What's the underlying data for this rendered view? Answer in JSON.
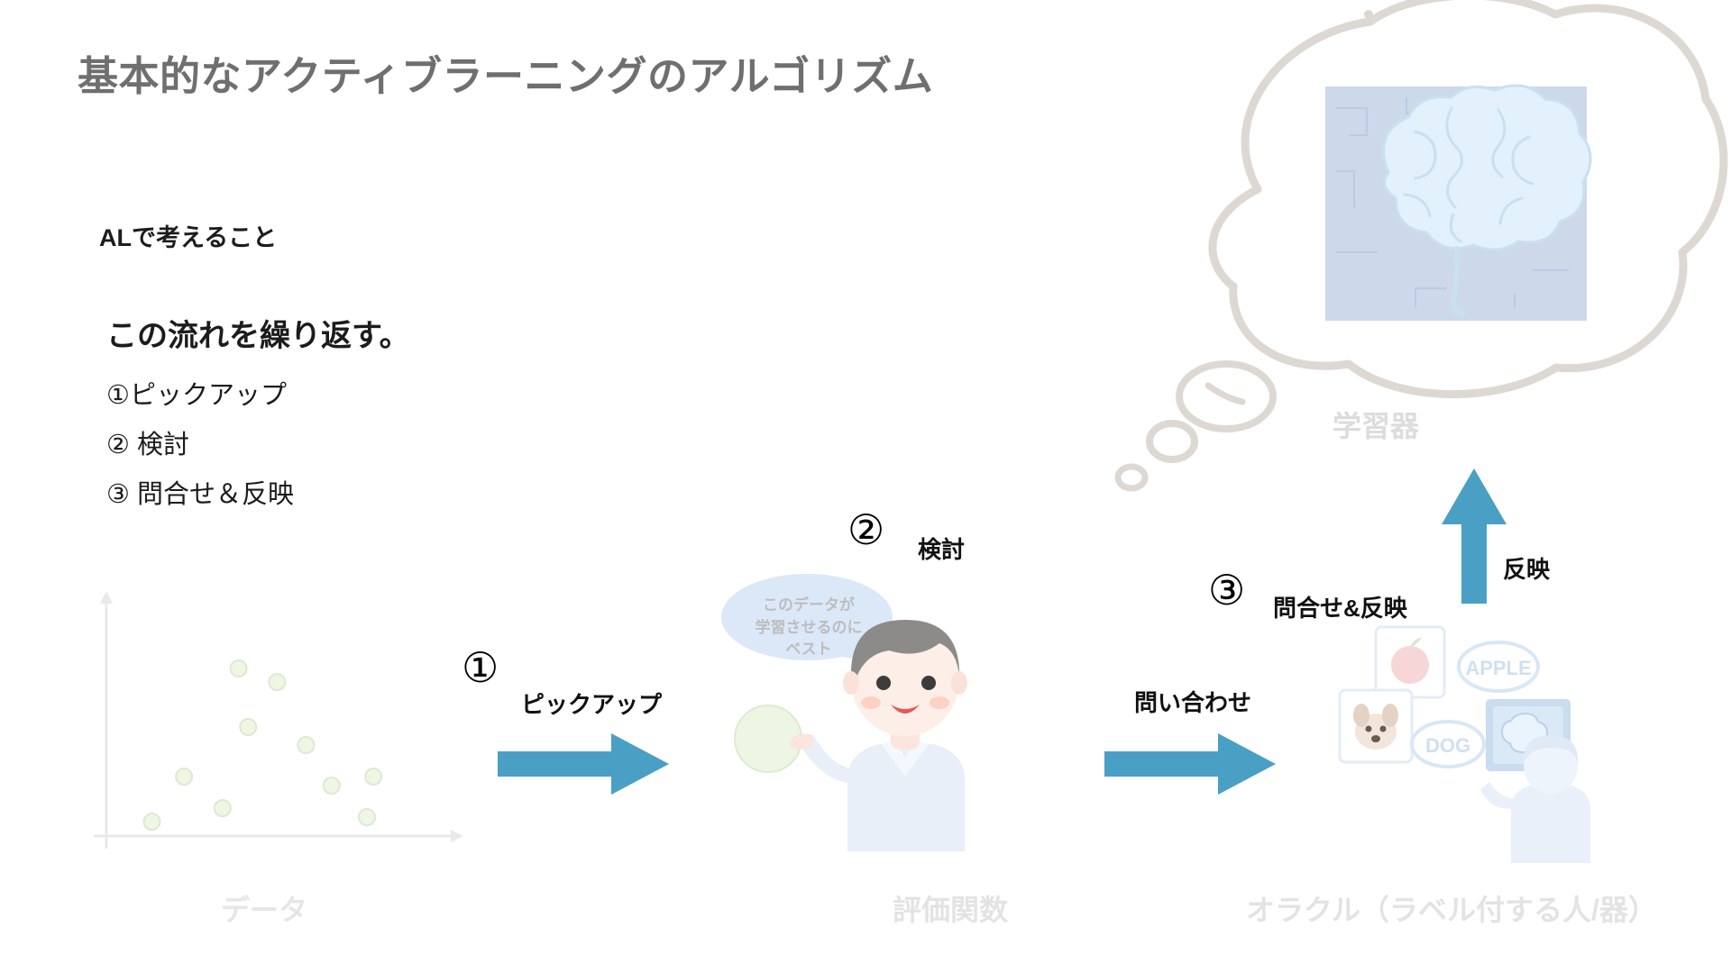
{
  "slide": {
    "title": "基本的なアクティブラーニングのアルゴリズム",
    "title_color": "#6f6f6f",
    "background": "#ffffff"
  },
  "left_panel": {
    "lead_label": "ALで考えること",
    "flow_heading": "この流れを繰り返す。",
    "steps": [
      "①ピックアップ",
      "② 検討",
      "③ 問合せ＆反映"
    ]
  },
  "diagram": {
    "accent_color": "#4a9fc4",
    "muted_label_color": "#e3e3e3",
    "nodes": [
      {
        "id": "data",
        "label": "データ"
      },
      {
        "id": "evaluation-function",
        "label": "評価関数"
      },
      {
        "id": "oracle",
        "label": "オラクル（ラベル付する人/器）"
      },
      {
        "id": "learner",
        "label": "学習器"
      }
    ],
    "steps": [
      {
        "badge": "①",
        "caption": "ピックアップ"
      },
      {
        "badge": "②",
        "caption": "検討"
      },
      {
        "badge": "③",
        "caption": "問合せ&反映"
      }
    ],
    "arrow_labels": {
      "pickup": "ピックアップ",
      "inquiry": "問い合わせ",
      "reflect": "反映"
    },
    "speech_bubble": {
      "line1": "このデータが",
      "line2": "学習させるのに",
      "line3": "ベスト",
      "fill": "#dbe8f8",
      "text_color": "#bdbdbd"
    }
  },
  "chart_data": {
    "type": "scatter",
    "title": "",
    "xlabel": "データ",
    "ylabel": "",
    "grid": false,
    "legend": null,
    "axis_color": "#e8e8e8",
    "point_fill": "#eef7e3",
    "point_stroke": "#dfe9d2",
    "xlim": [
      0,
      100
    ],
    "ylim": [
      0,
      100
    ],
    "points": [
      {
        "x": 35,
        "y": 72
      },
      {
        "x": 47,
        "y": 66
      },
      {
        "x": 38,
        "y": 46
      },
      {
        "x": 56,
        "y": 38
      },
      {
        "x": 18,
        "y": 24
      },
      {
        "x": 30,
        "y": 10
      },
      {
        "x": 64,
        "y": 20
      },
      {
        "x": 77,
        "y": 24
      },
      {
        "x": 75,
        "y": 6
      },
      {
        "x": 8,
        "y": 4
      }
    ]
  }
}
